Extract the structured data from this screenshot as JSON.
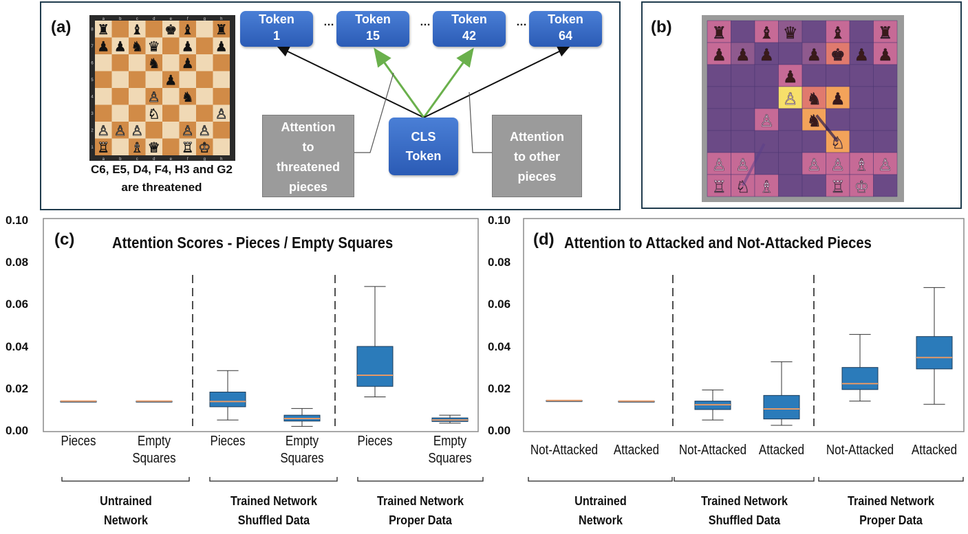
{
  "panel_a": {
    "label": "(a)",
    "caption_line1": "C6, E5, D4, F4, H3 and G2",
    "caption_line2": "are threatened",
    "tokens": [
      {
        "line1": "Token",
        "line2": "1"
      },
      {
        "line1": "Token",
        "line2": "15"
      },
      {
        "line1": "Token",
        "line2": "42"
      },
      {
        "line1": "Token",
        "line2": "64"
      }
    ],
    "dots": "…",
    "cls_line1": "CLS",
    "cls_line2": "Token",
    "threat_box": [
      "Attention",
      "to",
      "threatened",
      "pieces"
    ],
    "other_box": [
      "Attention",
      "to other",
      "pieces"
    ],
    "board_files": [
      "a",
      "b",
      "c",
      "d",
      "e",
      "f",
      "g",
      "h"
    ],
    "board_ranks": [
      "8",
      "7",
      "6",
      "5",
      "4",
      "3",
      "2",
      "1"
    ],
    "arrow_colors": {
      "green": "#6ab04c",
      "black": "#111111"
    }
  },
  "panel_b": {
    "label": "(b)"
  },
  "panel_c": {
    "label": "(c)"
  },
  "panel_d": {
    "label": "(d)"
  },
  "chart_data": [
    {
      "type": "box",
      "title": "Attention Scores - Pieces / Empty Squares",
      "ylim": [
        0,
        0.1
      ],
      "yticks": [
        "0.00",
        "0.02",
        "0.04",
        "0.06",
        "0.08",
        "0.10"
      ],
      "categories": [
        "Pieces",
        "Empty Squares",
        "Pieces",
        "Empty Squares",
        "Pieces",
        "Empty Squares"
      ],
      "groups": [
        {
          "line1": "Untrained",
          "line2": "Network"
        },
        {
          "line1": "Trained Network",
          "line2": "Shuffled Data"
        },
        {
          "line1": "Trained Network",
          "line2": "Proper Data"
        }
      ],
      "boxes": [
        {
          "min": 0.0145,
          "q1": 0.0145,
          "median": 0.0145,
          "q3": 0.0145,
          "max": 0.0145
        },
        {
          "min": 0.0145,
          "q1": 0.0145,
          "median": 0.0145,
          "q3": 0.0145,
          "max": 0.0145
        },
        {
          "min": 0.0055,
          "q1": 0.0118,
          "median": 0.0143,
          "q3": 0.0188,
          "max": 0.029
        },
        {
          "min": 0.0025,
          "q1": 0.005,
          "median": 0.0062,
          "q3": 0.0078,
          "max": 0.011
        },
        {
          "min": 0.0165,
          "q1": 0.0215,
          "median": 0.0268,
          "q3": 0.0405,
          "max": 0.069
        },
        {
          "min": 0.004,
          "q1": 0.0048,
          "median": 0.0055,
          "q3": 0.0065,
          "max": 0.0078
        }
      ],
      "box_color": "#2b7bba",
      "median_color": "#e69966"
    },
    {
      "type": "box",
      "title": "Attention to Attacked and Not-Attacked Pieces",
      "ylim": [
        0,
        0.1
      ],
      "yticks": [
        "0.00",
        "0.02",
        "0.04",
        "0.06",
        "0.08",
        "0.10"
      ],
      "categories": [
        "Not-Attacked",
        "Attacked",
        "Not-Attacked",
        "Attacked",
        "Not-Attacked",
        "Attacked"
      ],
      "groups": [
        {
          "line1": "Untrained",
          "line2": "Network"
        },
        {
          "line1": "Trained Network",
          "line2": "Shuffled Data"
        },
        {
          "line1": "Trained Network",
          "line2": "Proper Data"
        }
      ],
      "boxes": [
        {
          "min": 0.0148,
          "q1": 0.0148,
          "median": 0.0148,
          "q3": 0.0148,
          "max": 0.0148
        },
        {
          "min": 0.0145,
          "q1": 0.0145,
          "median": 0.0145,
          "q3": 0.0145,
          "max": 0.0145
        },
        {
          "min": 0.0055,
          "q1": 0.0105,
          "median": 0.0128,
          "q3": 0.0145,
          "max": 0.0198
        },
        {
          "min": 0.003,
          "q1": 0.006,
          "median": 0.0108,
          "q3": 0.0172,
          "max": 0.0332
        },
        {
          "min": 0.0145,
          "q1": 0.02,
          "median": 0.0228,
          "q3": 0.0305,
          "max": 0.0462
        },
        {
          "min": 0.013,
          "q1": 0.0298,
          "median": 0.0352,
          "q3": 0.0452,
          "max": 0.0685
        }
      ],
      "box_color": "#2b7bba",
      "median_color": "#e69966"
    }
  ]
}
